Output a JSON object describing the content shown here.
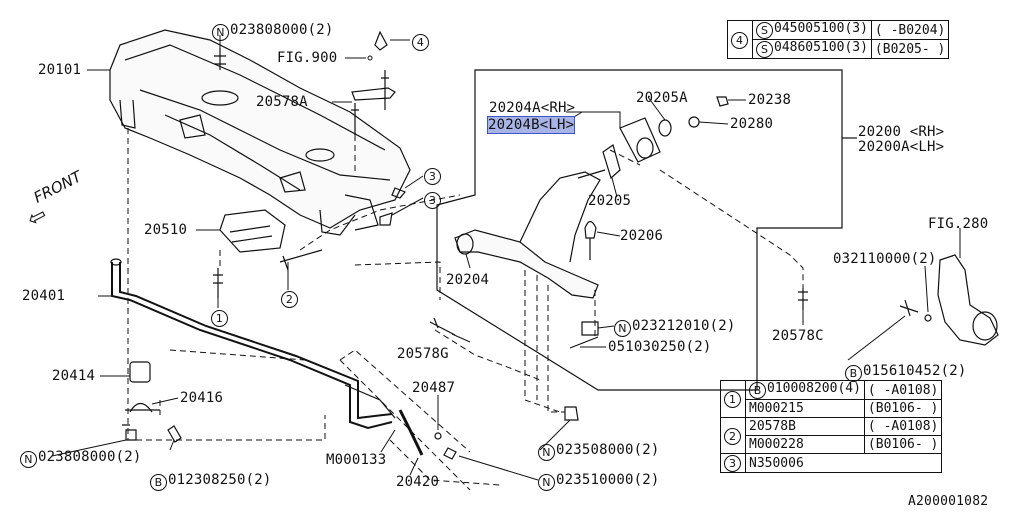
{
  "parts": {
    "crossmember": "20101",
    "n_023808000_top": "023808000(2)",
    "fig900": "FIG.900",
    "bracket": "20578A",
    "bushing_plate": "20510",
    "stabilizer": "20401",
    "stab_bush": "20414",
    "stab_clamp": "20416",
    "n_023808000_bottom": "023808000(2)",
    "b_012308250": "012308250(2)",
    "link_m": "M000133",
    "link": "20420",
    "washer": "20487",
    "n_023510000": "023510000(2)",
    "bolt_g": "20578G",
    "n_023508000": "023508000(2)",
    "arm_rh": "20204A<RH>",
    "arm_lh": "20204B<LH>",
    "arm_bush": "20204",
    "bush_front": "20205",
    "bush_a": "20205A",
    "nut_20238": "20238",
    "washer_20280": "20280",
    "arm_assy_rh": "20200 <RH>",
    "arm_assy_lh": "20200A<LH>",
    "balljoint": "20206",
    "n_023212010": "023212010(2)",
    "pin_051030250": "051030250(2)",
    "bolt_c": "20578C",
    "fig280": "FIG.280",
    "n_032110000": "032110000(2)",
    "b_015610452": "015610452(2)",
    "front": "FRONT",
    "footer_code": "A200001082"
  },
  "callouts": {
    "c1": "1",
    "c2": "2",
    "c3a": "3",
    "c3b": "3",
    "c4": "4"
  },
  "prefix": {
    "N": "N",
    "B": "B",
    "S": "S"
  },
  "table_top": {
    "key": "4",
    "rows": [
      {
        "prefix": "S",
        "part": "045005100(3)",
        "range": "(    -B0204)"
      },
      {
        "prefix": "S",
        "part": "048605100(3)",
        "range": "(B0205-    )"
      }
    ]
  },
  "table_bottom": {
    "rows": [
      {
        "key": "1",
        "prefix": "B",
        "part": "010008200(4)",
        "range": "(    -A0108)"
      },
      {
        "key": "",
        "prefix": "",
        "part": "M000215",
        "range": "(B0106-    )"
      },
      {
        "key": "2",
        "prefix": "",
        "part": "20578B",
        "range": "(    -A0108)"
      },
      {
        "key": "",
        "prefix": "",
        "part": "M000228",
        "range": "(B0106-    )"
      },
      {
        "key": "3",
        "prefix": "",
        "part": "N350006",
        "range": ""
      }
    ]
  }
}
